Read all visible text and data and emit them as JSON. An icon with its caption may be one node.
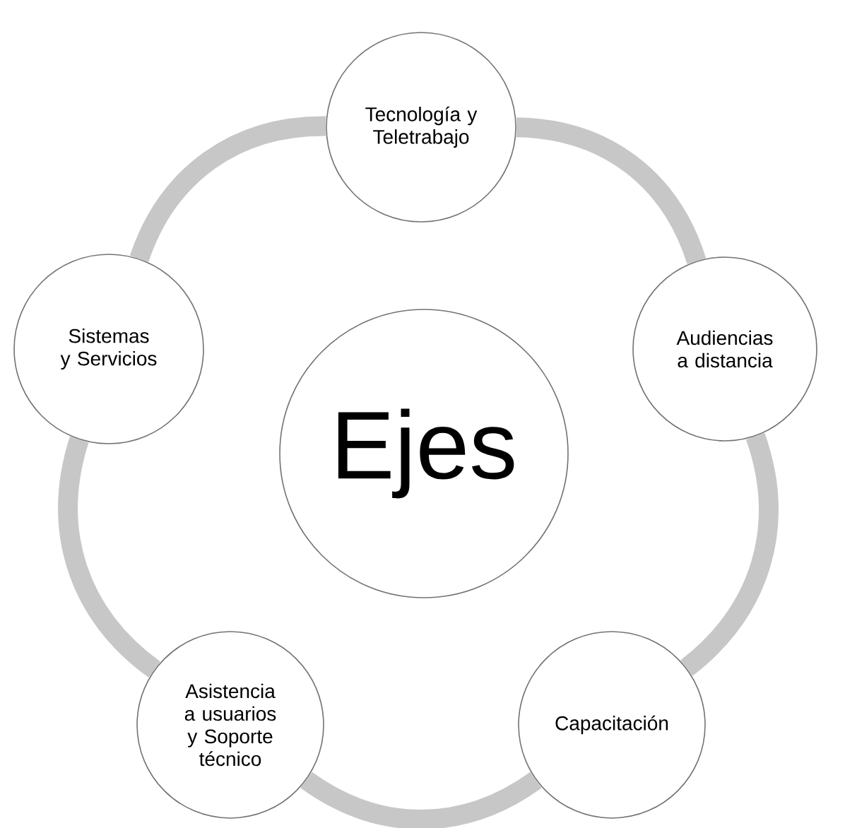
{
  "diagram": {
    "nodes": [
      {
        "text": [
          "Tecnología y Teletrabajo"
        ]
      },
      {
        "text": [
          "Sistemas y Servicios"
        ]
      },
      {
        "text": [
          "Audiencias a distancia"
        ]
      },
      {
        "text": [
          "Ejes"
        ]
      },
      {
        "text": [
          "Asistencia a usuarios y Soporte técnico"
        ]
      },
      {
        "text": [
          "Capacitación"
        ]
      }
    ],
    "edges": [
      {
        "from": 0,
        "to": 2,
        "arrow": "none"
      },
      {
        "from": 2,
        "to": 5,
        "arrow": "none"
      },
      {
        "from": 5,
        "to": 4,
        "arrow": "none"
      },
      {
        "from": 4,
        "to": 1,
        "arrow": "none"
      },
      {
        "from": 1,
        "to": 0,
        "arrow": "none"
      }
    ]
  }
}
